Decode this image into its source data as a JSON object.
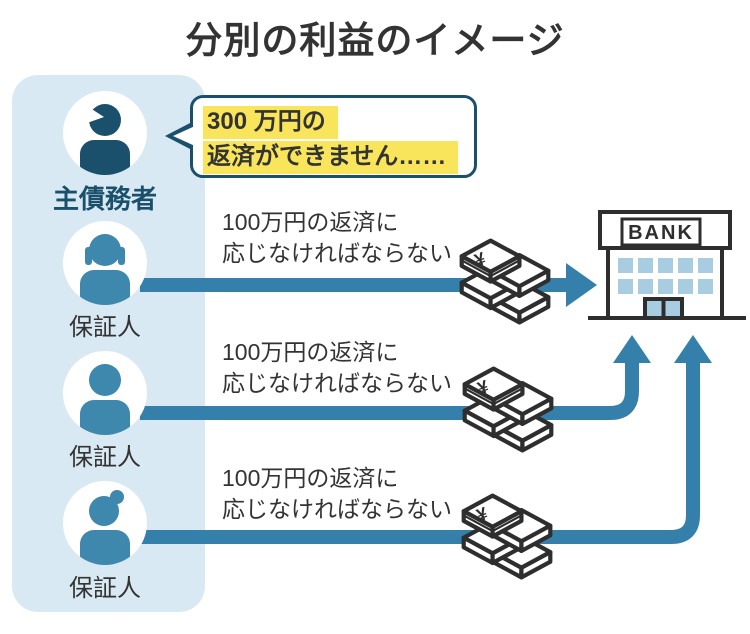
{
  "title": "分別の利益のイメージ",
  "debtor": {
    "label": "主債務者",
    "speech": {
      "line1": "300 万円の",
      "line2": "返済ができません……"
    }
  },
  "guarantors": [
    {
      "label": "保証人",
      "claim_line1": "100万円の返済に",
      "claim_line2": "応じなければならない"
    },
    {
      "label": "保証人",
      "claim_line1": "100万円の返済に",
      "claim_line2": "応じなければならない"
    },
    {
      "label": "保証人",
      "claim_line1": "100万円の返済に",
      "claim_line2": "応じなければならない"
    }
  ],
  "bank": {
    "label": "BANK"
  },
  "money": {
    "symbol": "¥"
  },
  "colors": {
    "navy": "#1b506c",
    "guarantor_teal": "#3e87ad",
    "arrow_teal": "#3480ab",
    "panel_bg": "#d9e9f3",
    "highlight_yellow": "#f8e55b",
    "text_dark": "#333333",
    "outline_dark": "#2e2e2e",
    "window_blue": "#a9cde0"
  }
}
